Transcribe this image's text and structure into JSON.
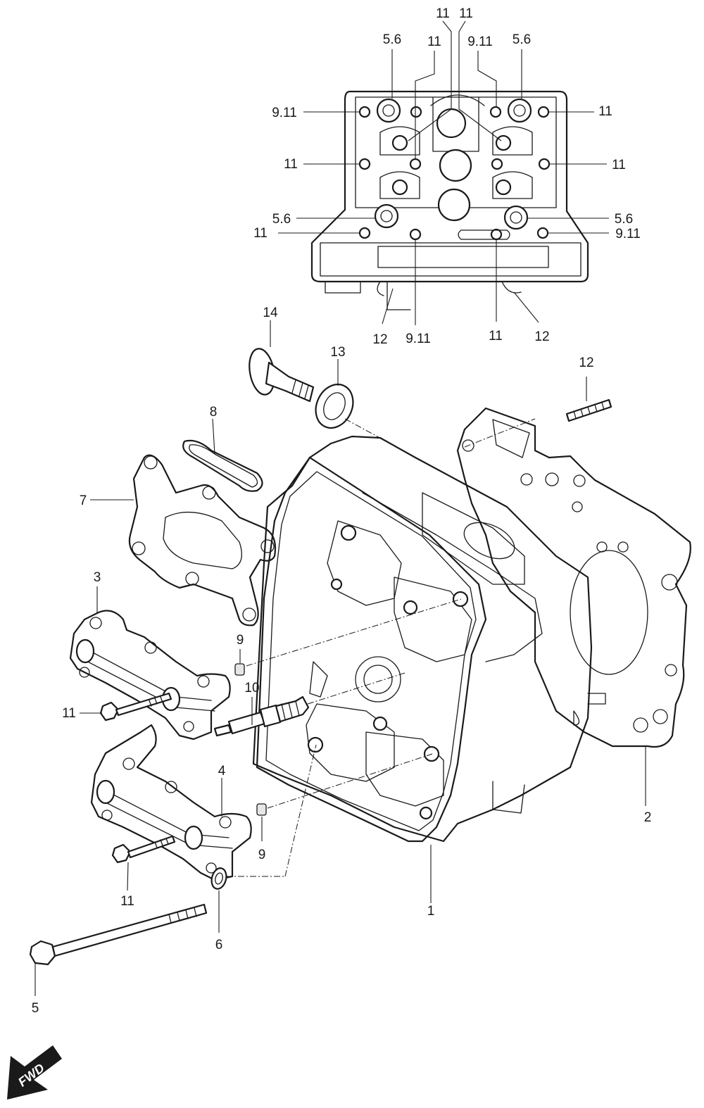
{
  "diagram": {
    "direction_label": "FWD",
    "callouts": {
      "top_11_a": "11",
      "top_11_b": "11",
      "top_56_left": "5.6",
      "top_11_c": "11",
      "top_911_right": "9.11",
      "top_56_right": "5.6",
      "top_911_left_side": "9.11",
      "top_11_right_side_1": "11",
      "top_11_left_side_2": "11",
      "top_11_right_side_2": "11",
      "top_56_left_lower": "5.6",
      "top_11_left_lower": "11",
      "top_56_right_lower": "5.6",
      "top_911_right_lower": "9.11",
      "top_12_bottom_left": "12",
      "top_911_bottom": "9.11",
      "top_11_bottom": "11",
      "top_12_bottom_right": "12",
      "p14": "14",
      "p13": "13",
      "p12": "12",
      "p8": "8",
      "p7": "7",
      "p3": "3",
      "p9_upper": "9",
      "p10": "10",
      "p11_left_upper": "11",
      "p4": "4",
      "p9_lower": "9",
      "p11_left_lower": "11",
      "p6": "6",
      "p5": "5",
      "p1": "1",
      "p2": "2"
    }
  }
}
